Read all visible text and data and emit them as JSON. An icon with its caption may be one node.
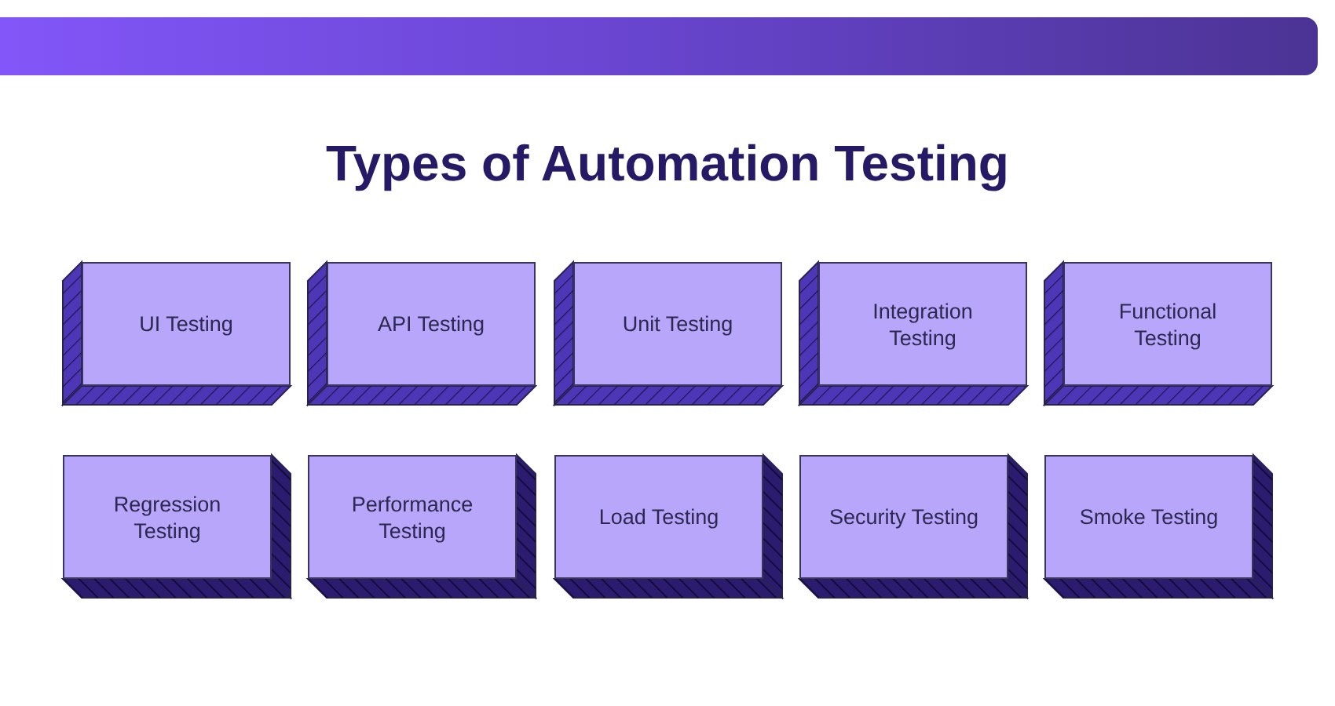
{
  "diagram": {
    "title": "Types of Automation Testing",
    "nodes": [
      {
        "text": [
          "UI Testing"
        ]
      },
      {
        "text": [
          "API Testing"
        ]
      },
      {
        "text": [
          "Unit Testing"
        ]
      },
      {
        "text": [
          "Integration Testing"
        ]
      },
      {
        "text": [
          "Functional Testing"
        ]
      },
      {
        "text": [
          "Regression Testing"
        ]
      },
      {
        "text": [
          "Performance Testing"
        ]
      },
      {
        "text": [
          "Load Testing"
        ]
      },
      {
        "text": [
          "Security Testing"
        ]
      },
      {
        "text": [
          "Smoke Testing"
        ]
      }
    ]
  }
}
